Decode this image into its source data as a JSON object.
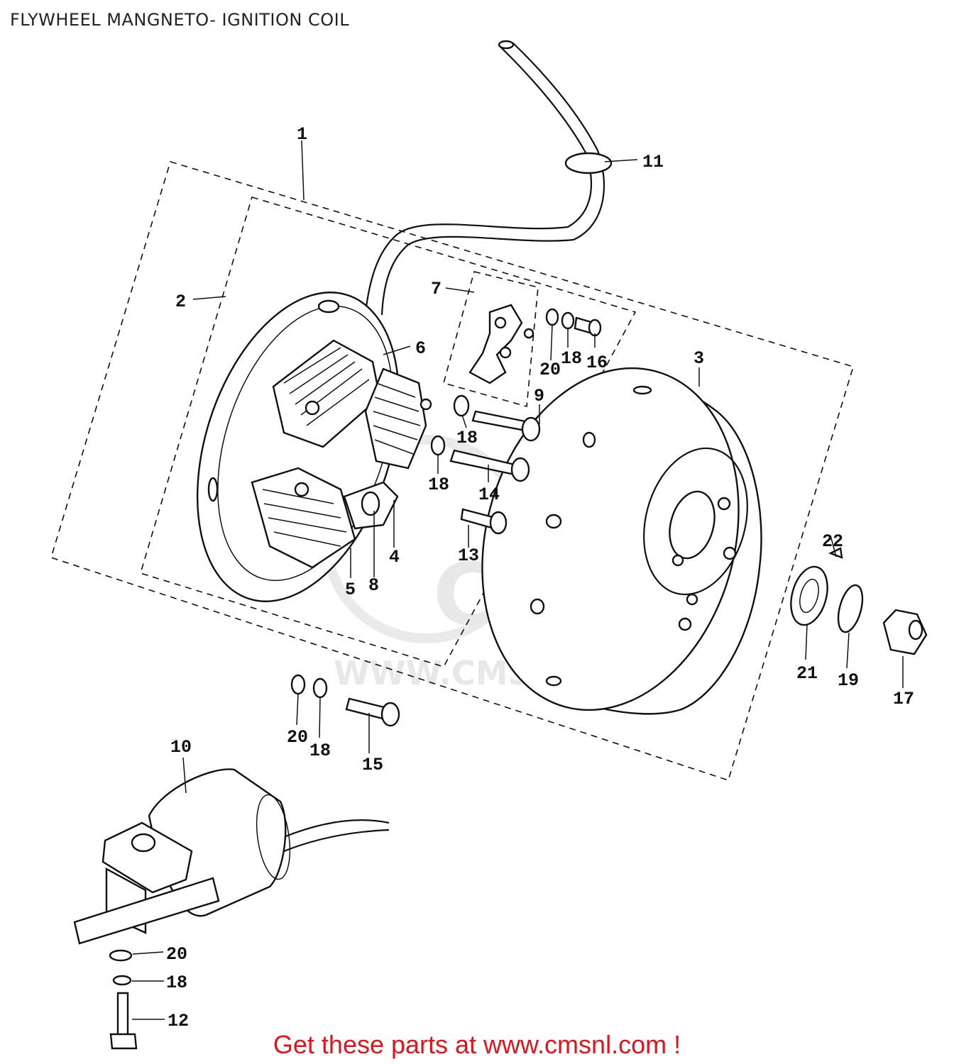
{
  "title": "FLYWHEEL MANGNETO- IGNITION COIL",
  "footer": "Get these parts at www.cmsnl.com !",
  "watermark": {
    "text": "CMS",
    "url": "WWW.CMSNL.COM"
  },
  "callouts": {
    "c1": "1",
    "c2": "2",
    "c3": "3",
    "c4": "4",
    "c5": "5",
    "c6": "6",
    "c7": "7",
    "c8": "8",
    "c9": "9",
    "c10": "10",
    "c11": "11",
    "c12": "12",
    "c13": "13",
    "c14": "14",
    "c15": "15",
    "c16": "16",
    "c17": "17",
    "c18a": "18",
    "c18b": "18",
    "c18c": "18",
    "c18d": "18",
    "c18e": "18",
    "c19": "19",
    "c20a": "20",
    "c20b": "20",
    "c20c": "20",
    "c21": "21",
    "c22": "22"
  },
  "colors": {
    "footer": "#e0141c",
    "line": "#111111"
  }
}
